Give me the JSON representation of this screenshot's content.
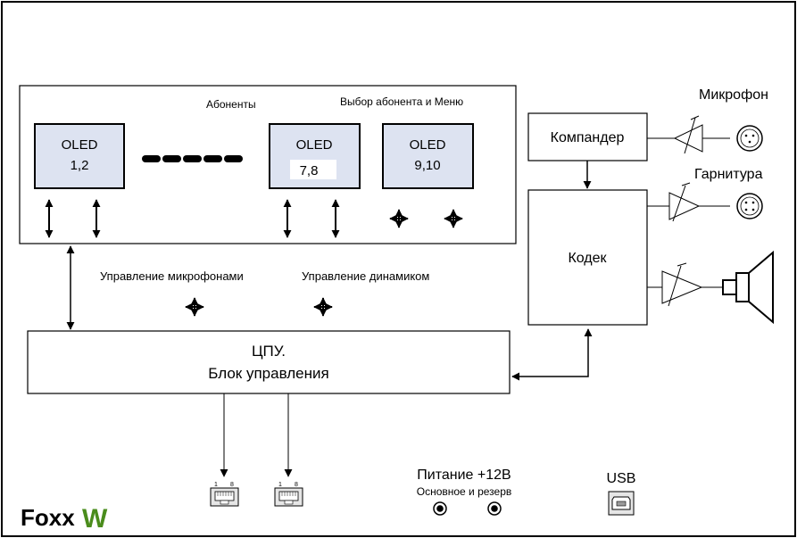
{
  "subscribers_label": "Абоненты",
  "menu_label": "Выбор абонента и Меню",
  "oled_displays": [
    {
      "title": "OLED",
      "channels": "1,2"
    },
    {
      "title": "OLED",
      "channels": "7,8"
    },
    {
      "title": "OLED",
      "channels": "9,10"
    }
  ],
  "mic_control_label": "Управление микрофонами",
  "speaker_control_label": "Управление динамиком",
  "cpu": {
    "line1": "ЦПУ.",
    "line2": "Блок управления"
  },
  "compander_label": "Компандер",
  "codec_label": "Кодек",
  "microphone_label": "Микрофон",
  "headset_label": "Гарнитура",
  "power": {
    "title": "Питание +12В",
    "subtitle": "Основное и резерв"
  },
  "usb_label": "USB",
  "rj45_pins": {
    "left": "1",
    "right": "8"
  },
  "logo": {
    "part1": "Foxx",
    "part2": "W",
    "accent_color": "#4a8c1c"
  },
  "colors": {
    "oled_fill": "#dde3f1",
    "line": "#000000"
  }
}
